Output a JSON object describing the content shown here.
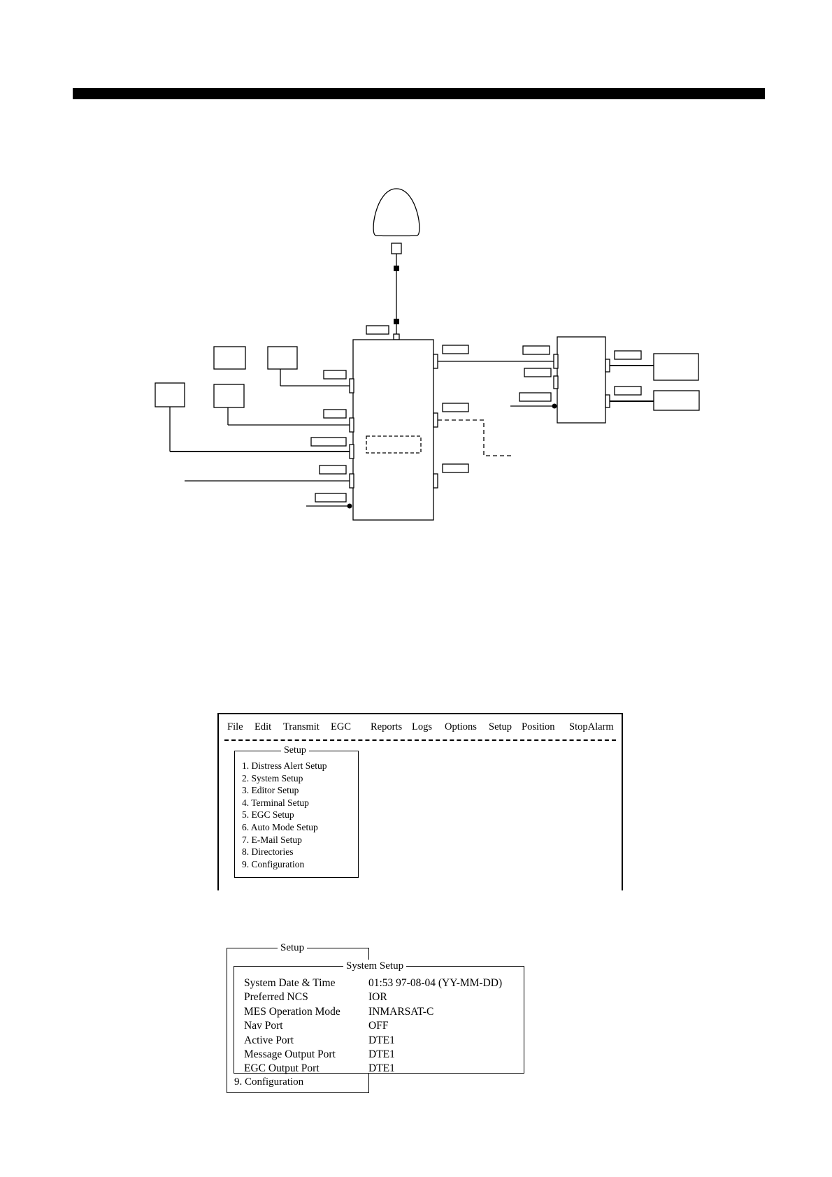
{
  "header": {
    "bar_color": "#000000"
  },
  "menu_window": {
    "menu_bar": [
      "File",
      "Edit",
      "Transmit",
      "EGC",
      "Reports",
      "Logs",
      "Options",
      "Setup",
      "Position",
      "StopAlarm"
    ],
    "setup_title": "Setup",
    "setup_items": [
      "1. Distress Alert Setup",
      "2. System Setup",
      "3. Editor Setup",
      "4. Terminal Setup",
      "5. EGC Setup",
      "6. Auto Mode Setup",
      "7. E-Mail Setup",
      "8. Directories",
      "9. Configuration"
    ]
  },
  "system_setup_window": {
    "back_title": "Setup",
    "back_last_item": "9. Configuration",
    "title": "System Setup",
    "rows": [
      {
        "label": "System Date & Time",
        "value": "01:53  97-08-04 (YY-MM-DD)"
      },
      {
        "label": "Preferred NCS",
        "value": "IOR"
      },
      {
        "label": "MES Operation Mode",
        "value": "INMARSAT-C"
      },
      {
        "label": "Nav Port",
        "value": "OFF"
      },
      {
        "label": "Active Port",
        "value": "DTE1"
      },
      {
        "label": "Message Output Port",
        "value": "DTE1"
      },
      {
        "label": "EGC Output Port",
        "value": "DTE1"
      }
    ]
  }
}
